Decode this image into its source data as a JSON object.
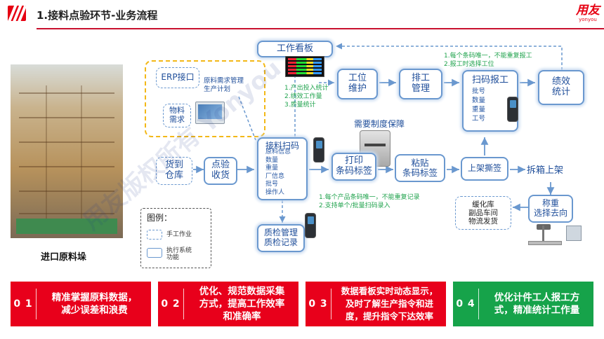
{
  "header": {
    "title": "1.接料点验环节-业务流程",
    "brand": "用友",
    "brand_sub": "yonyou"
  },
  "photo": {
    "caption": "进口原料垛"
  },
  "erp": {
    "erp_interface": "ERP接口",
    "plan_note": "原料需求管理\n生产计划",
    "material_demand": "物料\n需求"
  },
  "nodes": {
    "dashboard": "工作看板",
    "station": "工位\n维护",
    "schedule": "排工\n管理",
    "scan_report": "扫码报工",
    "performance": "绩效\n统计",
    "receive_scan": "接料扫码",
    "arrive": "货到\n仓库",
    "inspect": "点验\n收货",
    "print": "打印\n条码标签",
    "paste": "粘贴\n条码标签",
    "shelve_tear": "上架撕签",
    "unpack": "拆箱上架",
    "weigh": "称重\n选择去向",
    "qc": "质检管理\n质检记录",
    "buffer": "缓化库\n副品车间\n物流发货"
  },
  "lists": {
    "receive_scan_items": [
      "原料信息",
      "数量",
      "重量",
      "厂信息",
      "批号",
      "操作人"
    ],
    "scan_report_items": [
      "批号",
      "数量",
      "重量",
      "工号"
    ]
  },
  "notes": {
    "dashboard_stats": [
      "1.产出投入统计",
      "2.绩效工作量",
      "3.质量统计"
    ],
    "barcode_unique_top": [
      "1.每个条码唯一，不能重复报工",
      "2.报工时选择工位"
    ],
    "system_guarantee": "需要制度保障",
    "product_barcode": [
      "1.每个产品条码唯一，不能重复记录",
      "2.支持单个/批量扫码录入"
    ]
  },
  "legend": {
    "title": "图例：",
    "manual": "手工作业",
    "system": "执行系统\n功能"
  },
  "banners": [
    {
      "num": "0 1",
      "text": "精准掌握原料数据，\n减少误差和浪费",
      "color": "#e8001b"
    },
    {
      "num": "0 2",
      "text": "优化、规范数据采集\n方式，提高工作效率\n和准确率",
      "color": "#e8001b"
    },
    {
      "num": "0 3",
      "text": "数据看板实时动态显示，\n及时了解生产指令和进\n度，提升指令下达效率",
      "color": "#e8001b"
    },
    {
      "num": "0 4",
      "text": "优化计件工人报工方\n式，精准统计工作量",
      "color": "#16a34a"
    }
  ],
  "watermark": "用友版权所有 Yonyou",
  "colors": {
    "accent_red": "#e60012",
    "flow_blue": "#6a98cf",
    "note_green": "#20a34d",
    "legend_yellow": "#f3b817"
  }
}
